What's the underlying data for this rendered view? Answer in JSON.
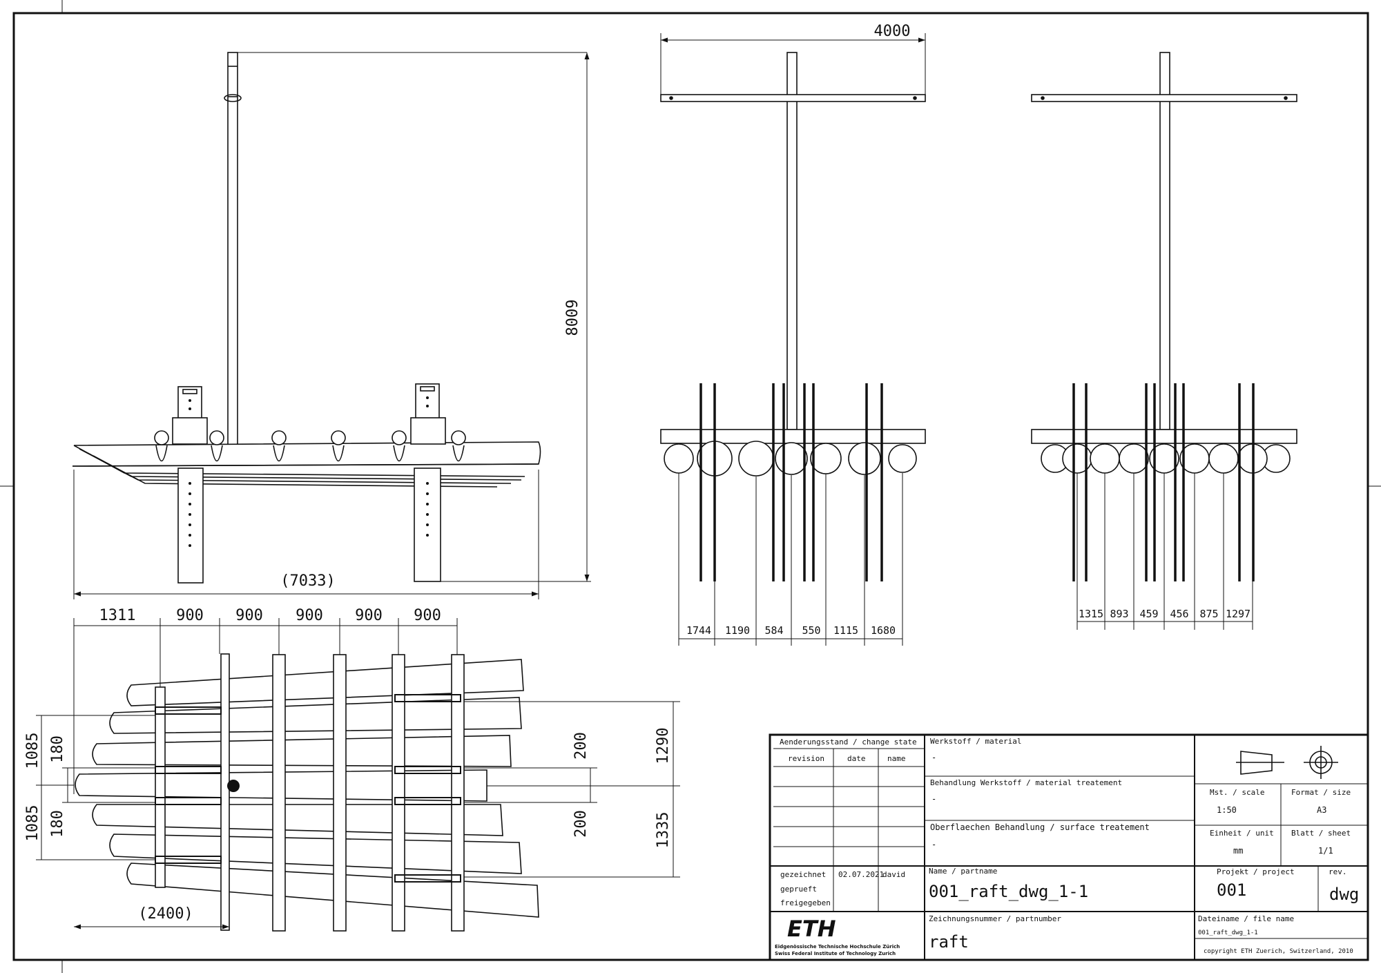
{
  "side_view": {
    "height_dim": "8009",
    "length_dim": "(7033)"
  },
  "front_view": {
    "width_dim": "4000",
    "bottom_dims": [
      "1744",
      "1190",
      "584",
      "550",
      "1115",
      "1680"
    ]
  },
  "rear_view": {
    "bottom_dims": [
      "1315",
      "893",
      "459",
      "456",
      "875",
      "1297"
    ]
  },
  "plan_view": {
    "top_dims": [
      "1311",
      "900",
      "900",
      "900",
      "900",
      "900"
    ],
    "left_dims_outer": [
      "1085",
      "1085"
    ],
    "left_dims_inner": [
      "180",
      "180"
    ],
    "right_dims_inner": [
      "200",
      "200"
    ],
    "right_dims_outer": [
      "1290",
      "1335"
    ],
    "bottom_dim": "(2400)"
  },
  "title_block": {
    "change_state_label": "Aenderungsstand / change state",
    "revision_label": "revision",
    "date_label": "date",
    "name_label": "name",
    "drawn_label": "gezeichnet",
    "checked_label": "geprueft",
    "released_label": "freigegeben",
    "drawn_date": "02.07.2021",
    "drawn_name": "david",
    "material_label": "Werkstoff / material",
    "material_value": "-",
    "treatment_label": "Behandlung Werkstoff / material treatement",
    "treatment_value": "-",
    "surface_label": "Oberflaechen Behandlung / surface treatement",
    "surface_value": "-",
    "scale_label": "Mst. / scale",
    "scale_value": "1:50",
    "format_label": "Format / size",
    "format_value": "A3",
    "unit_label": "Einheit / unit",
    "unit_value": "mm",
    "sheet_label": "Blatt / sheet",
    "sheet_value": "1/1",
    "partname_label": "Name / partname",
    "partname_value": "001_raft_dwg_1-1",
    "project_label": "Projekt / project",
    "project_value": "001",
    "rev_label": "rev.",
    "rev_value": "dwg",
    "partnumber_label": "Zeichnungsnummer / partnumber",
    "partnumber_value": "raft",
    "filename_label": "Dateiname / file name",
    "filename_value": "001_raft_dwg_1-1",
    "copyright": "copyright ETH Zuerich, Switzerland, 2010",
    "logo_text": "ETH",
    "logo_sub1": "Eidgenössische Technische Hochschule Zürich",
    "logo_sub2": "Swiss Federal Institute of Technology Zurich"
  }
}
